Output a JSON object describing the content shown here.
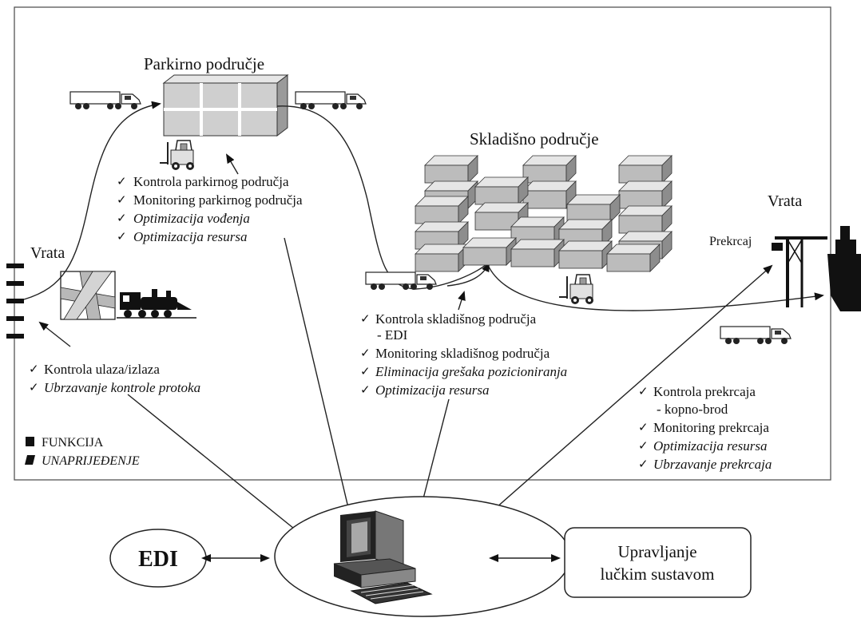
{
  "areas": {
    "parking_title": "Parkirno područje",
    "storage_title": "Skladišno područje",
    "gate_left": "Vrata",
    "gate_right": "Vrata",
    "transship": "Prekrcaj"
  },
  "parking_list": [
    {
      "text": "Kontrola parkirnog područja",
      "italic": false
    },
    {
      "text": "Monitoring parkirnog područja",
      "italic": false
    },
    {
      "text": "Optimizacija vođenja",
      "italic": true
    },
    {
      "text": "Optimizacija resursa",
      "italic": true
    }
  ],
  "gate_list": [
    {
      "text": "Kontrola ulaza/izlaza",
      "italic": false
    },
    {
      "text": "Ubrzavanje kontrole protoka",
      "italic": true
    }
  ],
  "storage_list": {
    "item1": "Kontrola skladišnog područja",
    "item1_sub": "- EDI",
    "item2": "Monitoring skladišnog područja",
    "item3": "Eliminacija grešaka pozicioniranja",
    "item4": "Optimizacija resursa"
  },
  "transship_list": {
    "item1": "Kontrola prekrcaja",
    "item1_sub": "- kopno-brod",
    "item2": "Monitoring prekrcaja",
    "item3": "Optimizacija resursa",
    "item4": "Ubrzavanje prekrcaja"
  },
  "legend": {
    "function": "FUNKCIJA",
    "improvement": "UNAPRIJEĐENJE"
  },
  "bottom": {
    "edi": "EDI",
    "mgmt_line1": "Upravljanje",
    "mgmt_line2": "lučkim sustavom"
  },
  "check_mark": "✓"
}
